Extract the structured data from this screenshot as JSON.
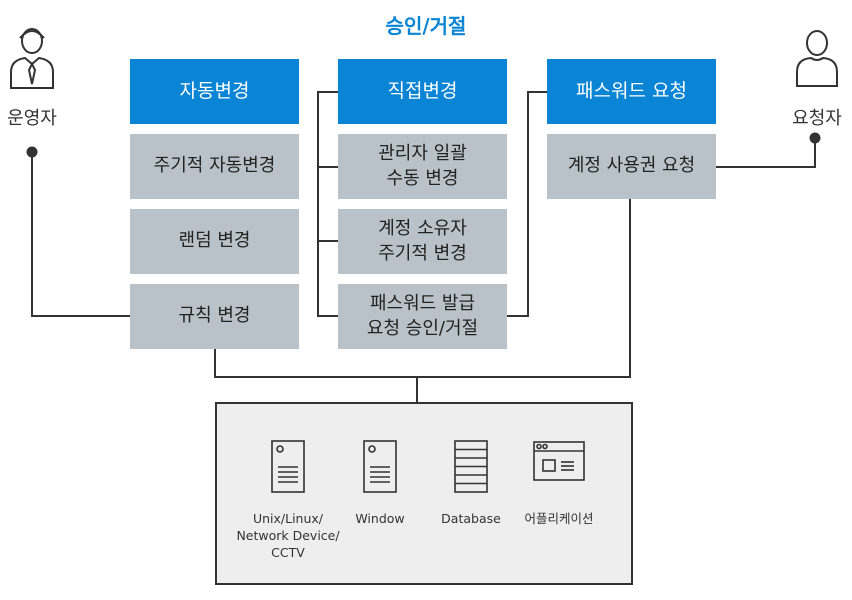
{
  "title": "승인/거절",
  "actors": {
    "left": {
      "label": "운영자",
      "icon": "person-icon-with-tie"
    },
    "right": {
      "label": "요청자",
      "icon": "person-icon"
    }
  },
  "columns": [
    {
      "header": "자동변경",
      "items": [
        "주기적 자동변경",
        "랜덤 변경",
        "규칙 변경"
      ]
    },
    {
      "header": "직접변경",
      "items": [
        "관리자 일괄\n수동 변경",
        "계정 소유자\n주기적 변경",
        "패스워드 발급\n요청 승인/거절"
      ]
    },
    {
      "header": "패스워드 요청",
      "items": [
        "계정 사용권 요청"
      ]
    }
  ],
  "systems": [
    {
      "label": "Unix/Linux/\nNetwork Device/\nCCTV",
      "icon": "server-icon"
    },
    {
      "label": "Window",
      "icon": "server-icon"
    },
    {
      "label": "Database",
      "icon": "database-icon"
    },
    {
      "label": "어플리케이션",
      "icon": "application-window-icon"
    }
  ],
  "colors": {
    "accent": "#0a84d4",
    "box_grey": "#b8c2c8",
    "panel": "#eeeeee",
    "line": "#333333"
  }
}
